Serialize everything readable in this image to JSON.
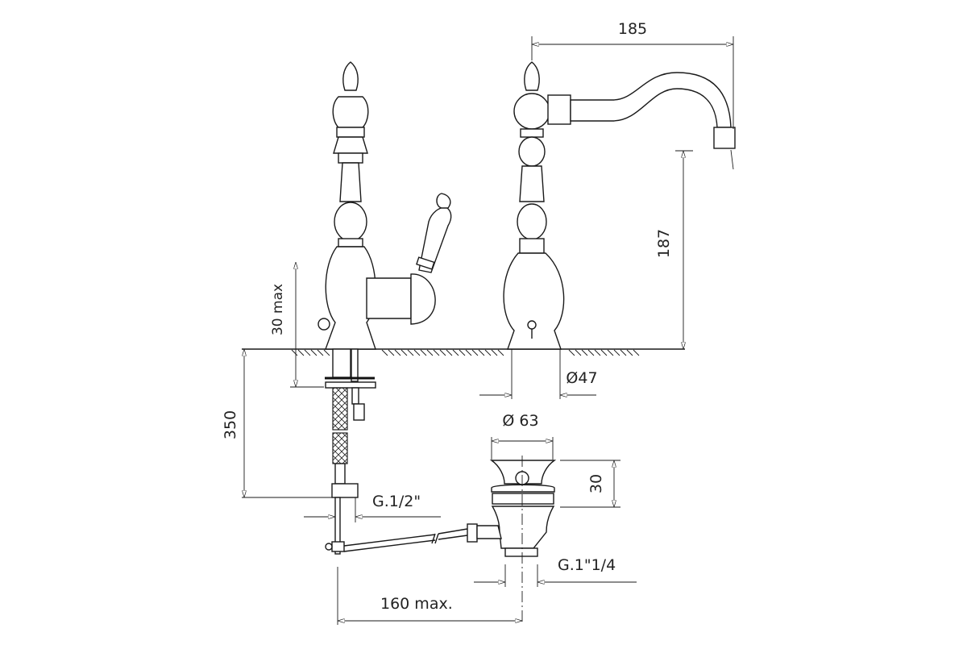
{
  "drawing": {
    "dimensions": {
      "spout_reach": "185",
      "spout_height": "187",
      "deck_thickness": "30 max",
      "hose_length": "350",
      "base_diameter": "Ø47",
      "waste_diameter": "Ø 63",
      "waste_height": "30",
      "supply_thread": "G.1/2\"",
      "waste_thread": "G.1\"1/4",
      "rod_length": "160 max."
    }
  }
}
